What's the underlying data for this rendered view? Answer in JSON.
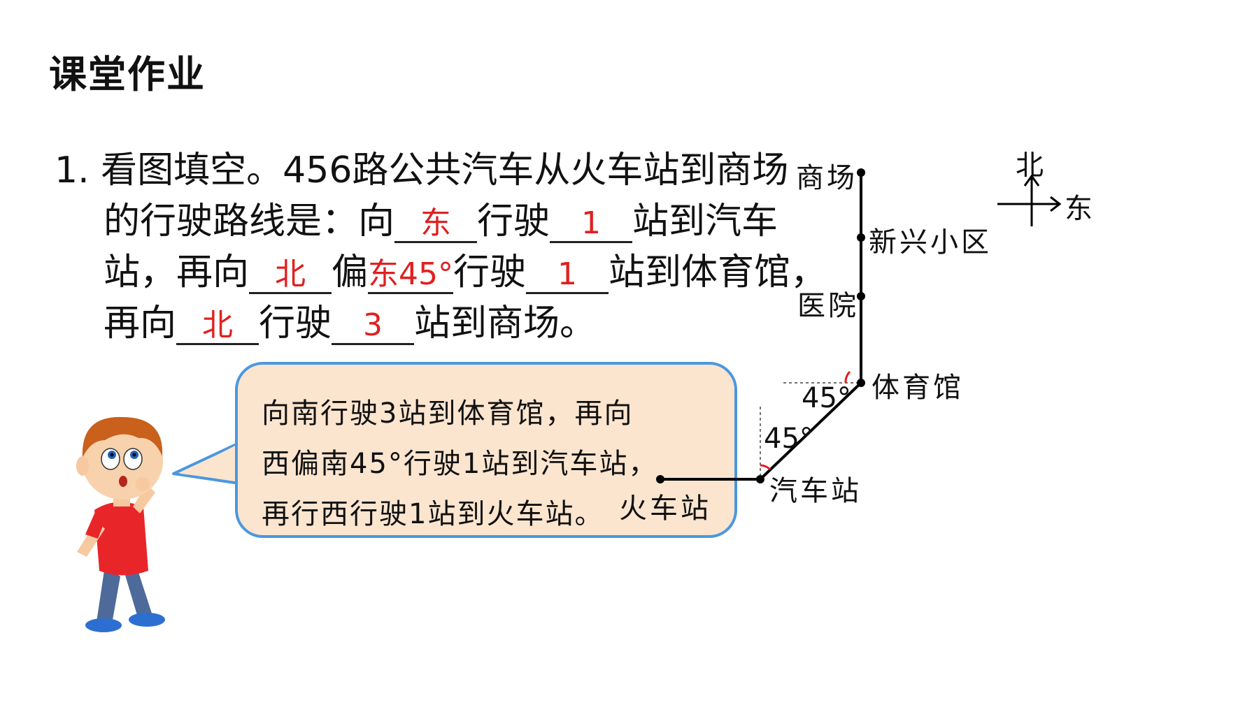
{
  "heading": "课堂作业",
  "question": {
    "number": "1.",
    "line1": "看图填空。456路公共汽车从火车站到商场",
    "line2_a": "的行驶路线是：向",
    "blank1": "东",
    "line2_b": "行驶",
    "blank2": "1",
    "line2_c": "站到汽车",
    "line3_a": "站，再向",
    "blank3": "北",
    "line3_b": "偏",
    "blank4": "东45°",
    "line3_c": "行驶",
    "blank5": "1",
    "line3_d": "站到体育馆，",
    "line4_a": "再向",
    "blank6": "北",
    "line4_b": "行驶",
    "blank7": "3",
    "line4_c": "站到商场。"
  },
  "bubble": {
    "line1": "向南行驶3站到体育馆，再向",
    "line2": "西偏南45°行驶1站到汽车站，",
    "line3": "再行西行驶1站到火车站。"
  },
  "map": {
    "mall": "商场",
    "xinxing": "新兴小区",
    "hospital": "医院",
    "stadium": "体育馆",
    "bus_station": "汽车站",
    "train_station": "火车站",
    "angle_top": "45°",
    "angle_bottom": "45°"
  },
  "compass": {
    "north": "北",
    "east": "东"
  },
  "colors": {
    "answer": "#e02020",
    "bubble_fill": "#fbe5cf",
    "bubble_border": "#4a97e0"
  }
}
